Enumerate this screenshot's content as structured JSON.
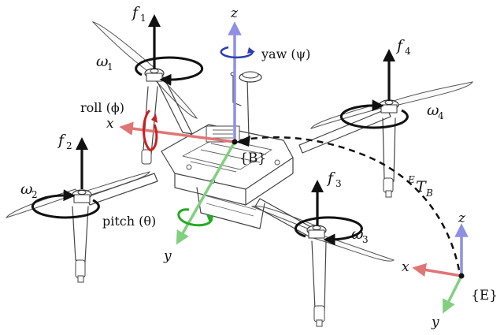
{
  "colors": {
    "z_axis": "#8f8fe6",
    "x_axis": "#e07575",
    "y_axis": "#80d080",
    "yaw": "#2a3fb0",
    "roll": "#cc1f1f",
    "pitch": "#22aa22",
    "thrust": "#111111"
  },
  "labels": {
    "f1": "f",
    "f1_sub": "1",
    "f2": "f",
    "f2_sub": "2",
    "f3": "f",
    "f3_sub": "3",
    "f4": "f",
    "f4_sub": "4",
    "w1": "ω",
    "w1_sub": "1",
    "w2": "ω",
    "w2_sub": "2",
    "w3": "ω",
    "w3_sub": "3",
    "w4": "ω",
    "w4_sub": "4",
    "body_z": "z",
    "body_x": "x",
    "body_y": "y",
    "body_frame": "{B}",
    "yaw": "yaw (ψ)",
    "roll": "roll (ϕ)",
    "pitch": "pitch (θ)",
    "transform_sup": "E",
    "transform_main": "T",
    "transform_sub": "B",
    "world_z": "z",
    "world_x": "x",
    "world_y": "y",
    "world_frame": "{E}"
  }
}
